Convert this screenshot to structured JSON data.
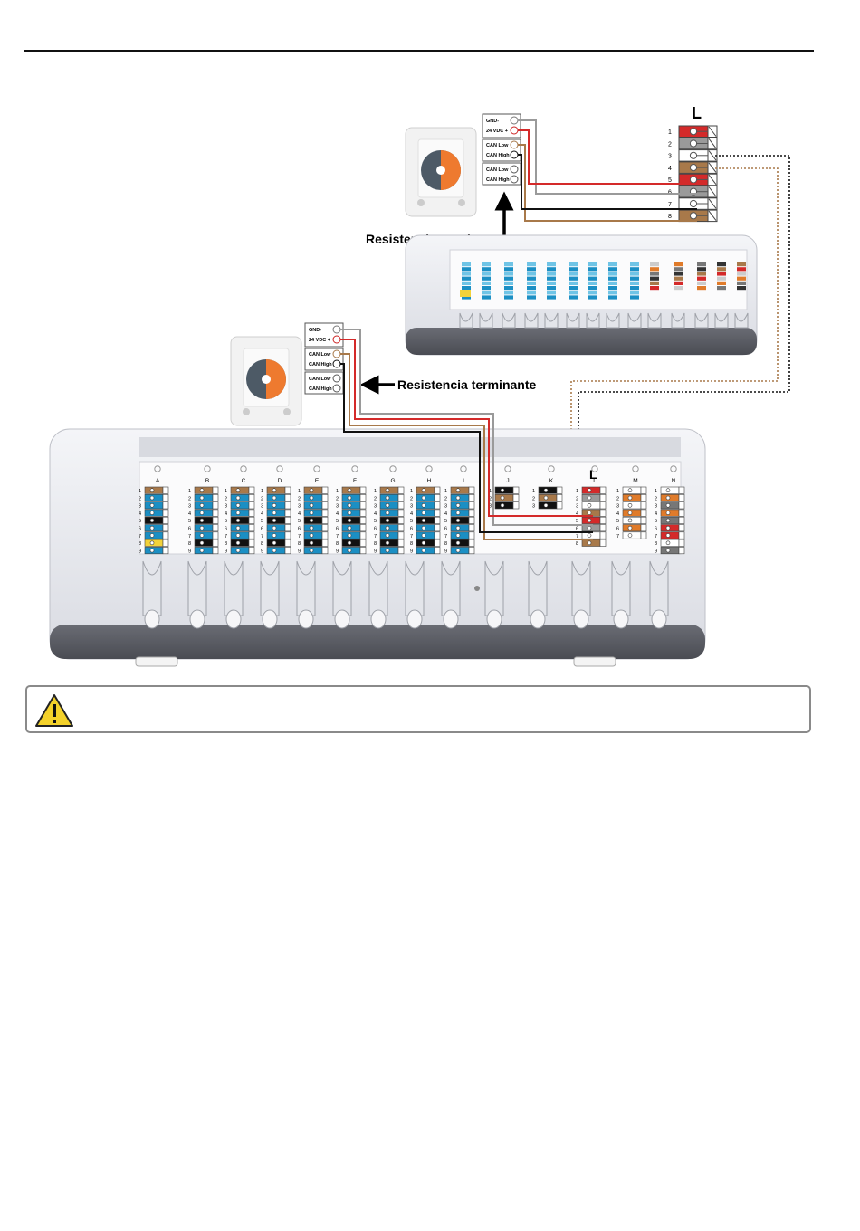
{
  "diagram": {
    "top_module": {
      "controller_labels": {
        "gnd": "GND-",
        "vdc": "24 VDC +",
        "can_low": "CAN Low",
        "can_high": "CAN High",
        "can_low_2": "CAN Low",
        "can_high_2": "CAN High"
      },
      "terminal_block_title": "L",
      "terminal_numbers": [
        "1",
        "2",
        "3",
        "4",
        "5",
        "6",
        "7",
        "8"
      ],
      "terminal_colors": [
        "#d42a2a",
        "#9a9a9a",
        "#ffffff",
        "#a8794a",
        "#d42a2a",
        "#9a9a9a",
        "#ffffff",
        "#a8794a"
      ],
      "terminator_label": "Resistencia terminante"
    },
    "bottom_module": {
      "controller_labels": {
        "gnd": "GND-",
        "vdc": "24 VDC +",
        "can_low": "CAN Low",
        "can_high": "CAN High",
        "can_low_2": "CAN Low",
        "can_high_2": "CAN High"
      },
      "terminator_label": "Resistencia terminante",
      "section_letters": [
        "A",
        "B",
        "C",
        "D",
        "E",
        "F",
        "G",
        "H",
        "I",
        "J",
        "K",
        "L",
        "M",
        "N"
      ],
      "row_numbers": [
        "1",
        "2",
        "3",
        "4",
        "5",
        "6",
        "7",
        "8",
        "9"
      ],
      "l_block_title": "L"
    },
    "wire_colors": {
      "gnd": "#9a9a9a",
      "vdc": "#d42a2a",
      "can_low": "#a8794a",
      "can_high": "#111111",
      "bus": "#555555"
    }
  },
  "warning": {
    "icon": "warning-icon",
    "text": ""
  }
}
